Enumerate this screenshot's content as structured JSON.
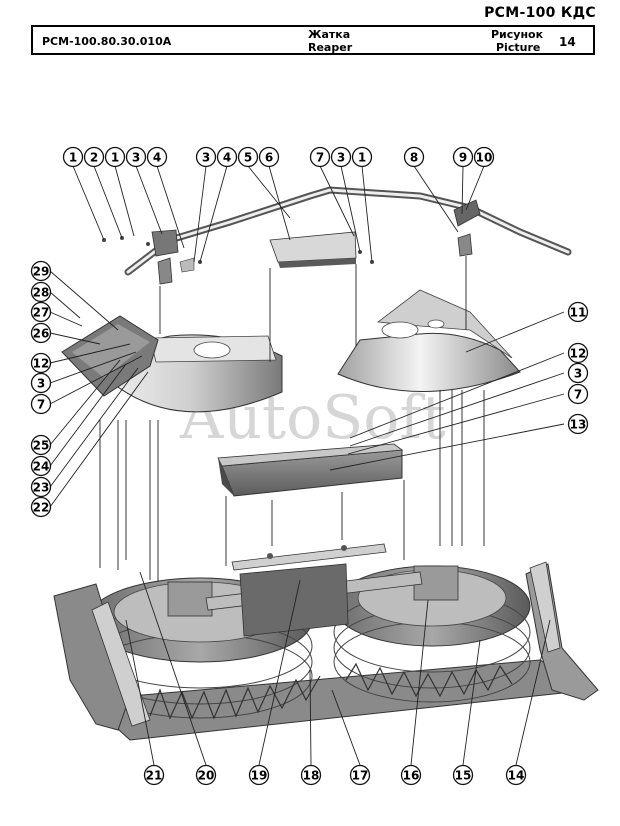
{
  "header": {
    "model": "РСМ-100 КДС",
    "code": "РСМ-100.80.30.010А",
    "title_ru": "Жатка",
    "title_en": "Reaper",
    "picture_ru": "Рисунок",
    "picture_en": "Picture",
    "picture_no": "14"
  },
  "watermark": "AutoSoft",
  "callouts": {
    "top": [
      "1",
      "2",
      "1",
      "3",
      "4",
      "3",
      "4",
      "5",
      "6",
      "7",
      "3",
      "1",
      "8",
      "9",
      "10"
    ],
    "left": [
      "29",
      "28",
      "27",
      "26",
      "12",
      "3",
      "7",
      "25",
      "24",
      "23",
      "22"
    ],
    "right": [
      "11",
      "12",
      "3",
      "7",
      "13"
    ],
    "bottom": [
      "21",
      "20",
      "19",
      "18",
      "17",
      "16",
      "15",
      "14"
    ]
  },
  "colors": {
    "part_light": "#e6e6e6",
    "part_mid": "#b4b4b4",
    "part_dark": "#6e6e6e",
    "line": "#222222"
  }
}
